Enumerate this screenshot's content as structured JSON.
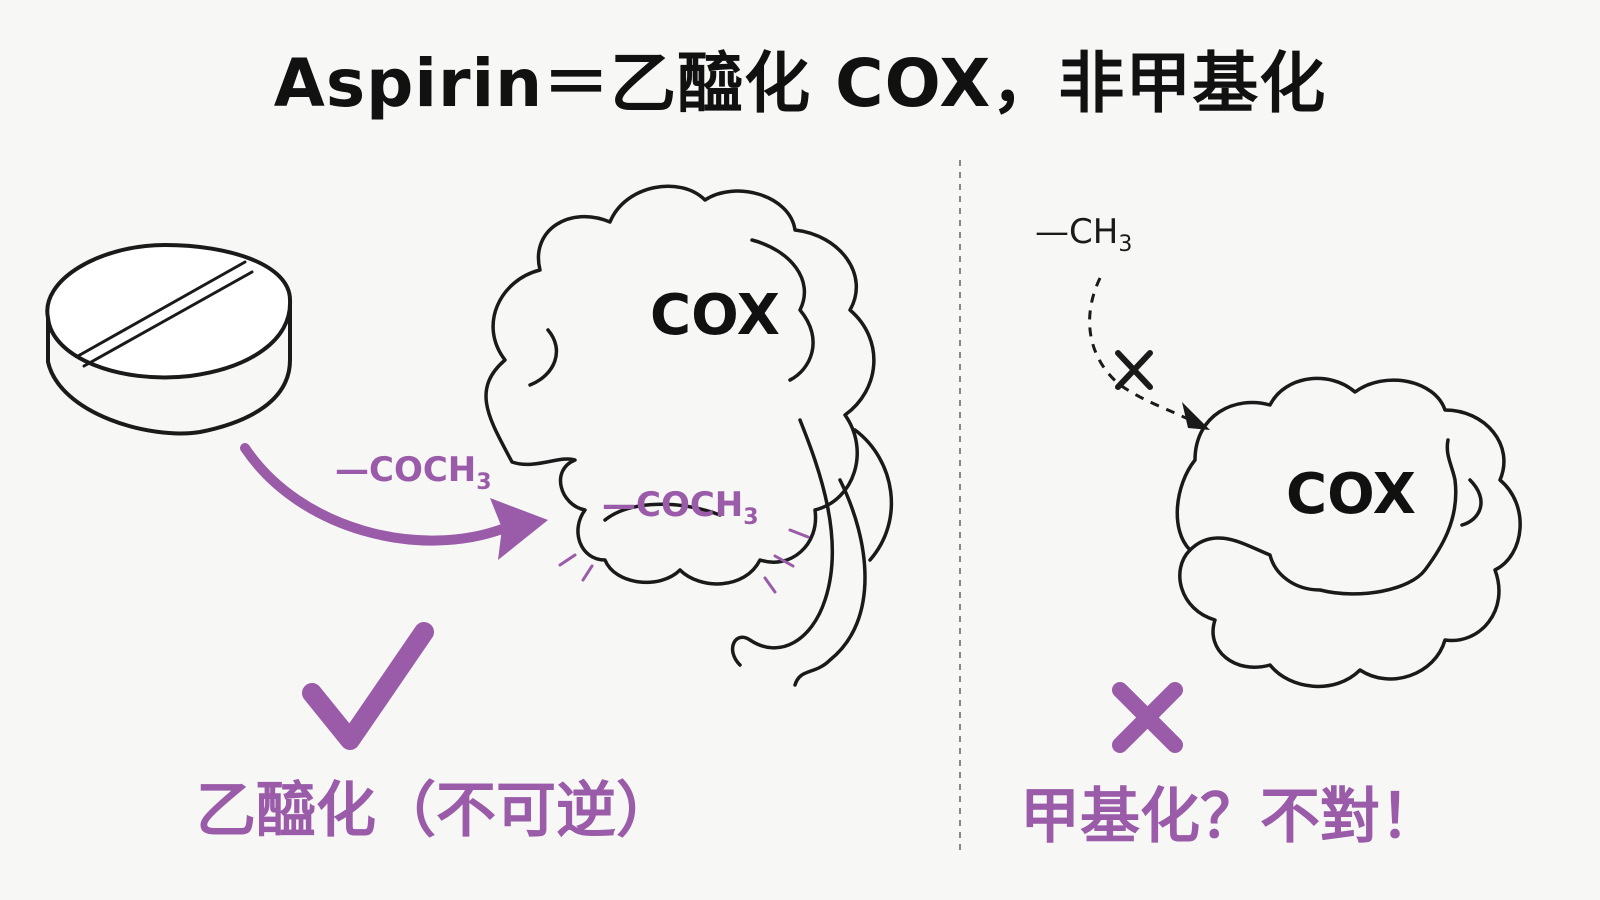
{
  "title": "Aspirin＝乙醯化 COX，非甲基化",
  "left_panel": {
    "enzyme_label": "COX",
    "group_arrow_label": "COCH",
    "group_site_label": "COCH",
    "group_prefix": "—",
    "subscript": "3",
    "caption": "乙醯化（不可逆）",
    "result_icon": "check-icon"
  },
  "right_panel": {
    "enzyme_label": "COX",
    "group_label": "CH",
    "group_prefix": "—",
    "subscript": "3",
    "caption": "甲基化？不對！",
    "result_icon": "cross-icon"
  },
  "colors": {
    "accent": "#9a5ba8",
    "ink": "#1a1a1a",
    "background": "#f7f7f6"
  }
}
